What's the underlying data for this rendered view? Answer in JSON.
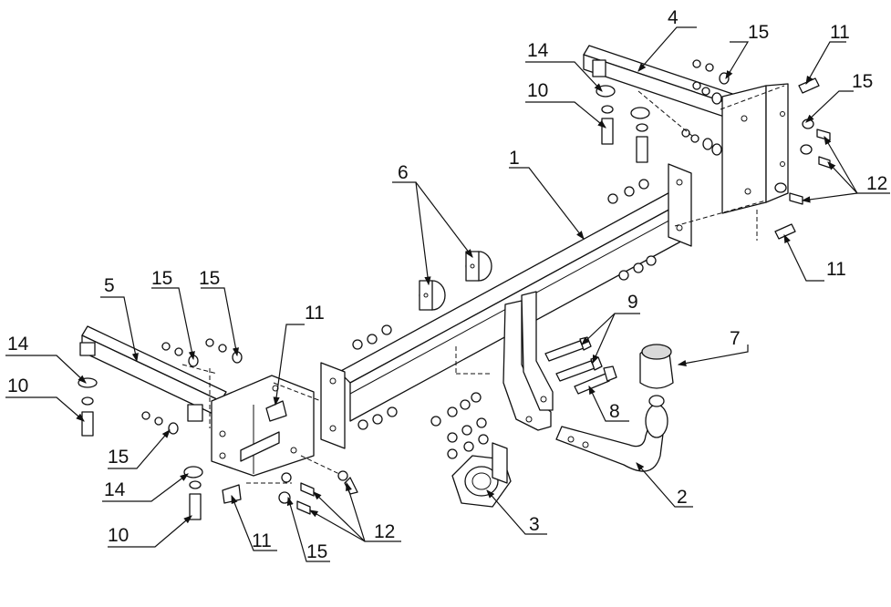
{
  "diagram": {
    "callouts": {
      "c1": "1",
      "c2": "2",
      "c3": "3",
      "c4": "4",
      "c5": "5",
      "c6": "6",
      "c7": "7",
      "c8": "8",
      "c9": "9",
      "c10a": "10",
      "c10b": "10",
      "c10c": "10",
      "c11a": "11",
      "c11b": "11",
      "c11c": "11",
      "c11d": "11",
      "c12a": "12",
      "c12b": "12",
      "c14a": "14",
      "c14b": "14",
      "c14c": "14",
      "c15a": "15",
      "c15b": "15",
      "c15c": "15",
      "c15d": "15",
      "c15e": "15",
      "c15f": "15"
    }
  }
}
